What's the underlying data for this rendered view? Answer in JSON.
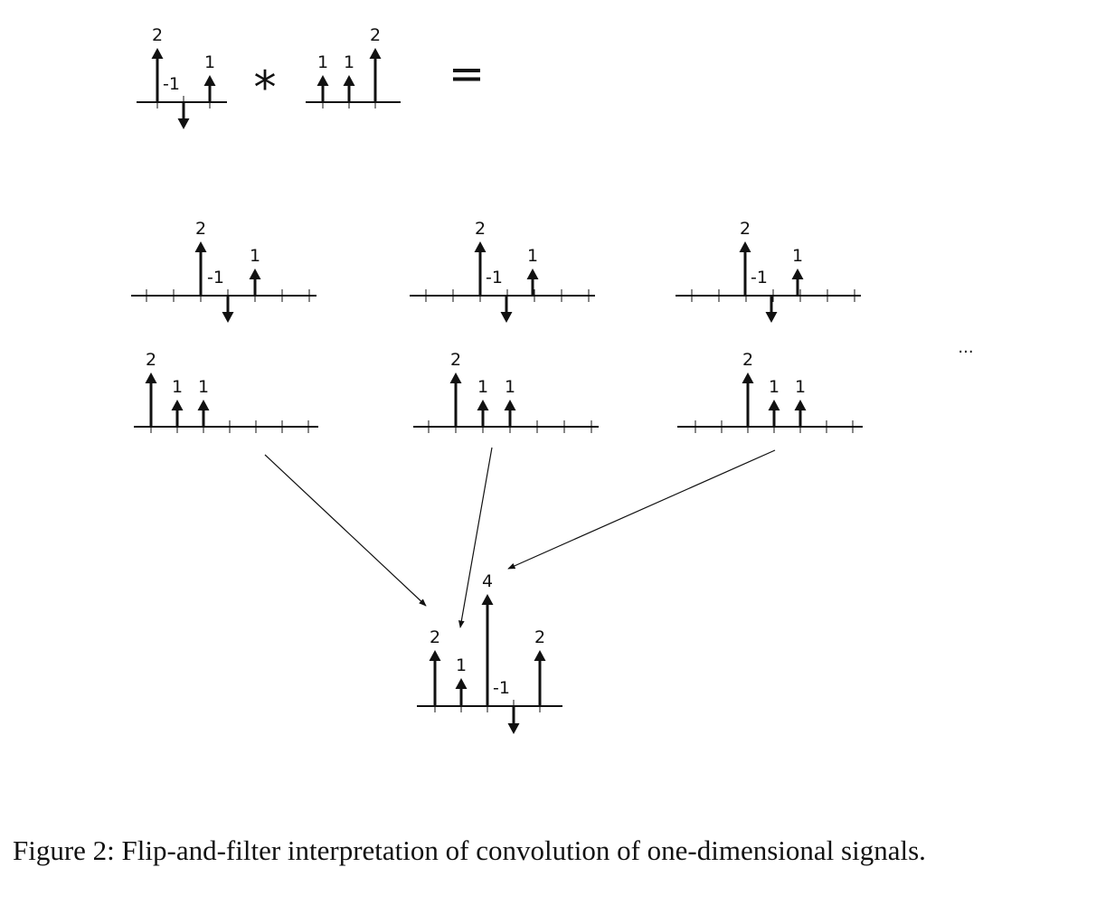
{
  "operators": {
    "convolve": "*",
    "equals": "="
  },
  "ellipsis": "...",
  "caption": "Figure 2:  Flip-and-filter interpretation of convolution of one-dimensional signals.",
  "signals": {
    "f": [
      {
        "v": 2,
        "label": "2"
      },
      {
        "v": -1,
        "label": "-1"
      },
      {
        "v": 1,
        "label": "1"
      }
    ],
    "g": [
      {
        "v": 1,
        "label": "1"
      },
      {
        "v": 1,
        "label": "1"
      },
      {
        "v": 2,
        "label": "2"
      }
    ],
    "g_flipped": [
      {
        "v": 2,
        "label": "2"
      },
      {
        "v": 1,
        "label": "1"
      },
      {
        "v": 1,
        "label": "1"
      }
    ],
    "result": [
      {
        "v": 2,
        "label": "2"
      },
      {
        "v": 1,
        "label": "1"
      },
      {
        "v": 4,
        "label": "4"
      },
      {
        "v": -1,
        "label": "-1"
      },
      {
        "v": 2,
        "label": "2"
      }
    ]
  }
}
